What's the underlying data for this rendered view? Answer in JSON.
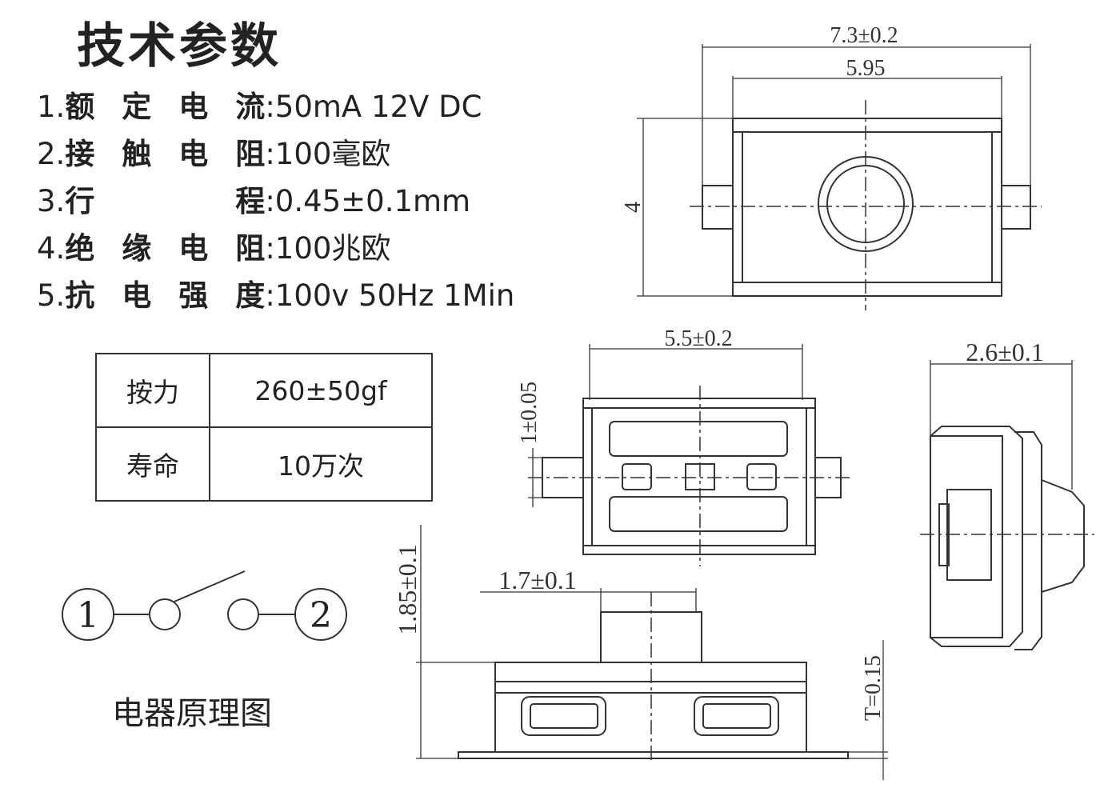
{
  "title": "技术参数",
  "specs": [
    {
      "num": "1.",
      "label": "额定电流",
      "value": "50mA 12V DC"
    },
    {
      "num": "2.",
      "label": "接触电阻",
      "value": "100毫欧"
    },
    {
      "num": "3.",
      "label": "行 程",
      "value": "0.45±0.1mm"
    },
    {
      "num": "4.",
      "label": "绝缘电阻",
      "value": "100兆欧"
    },
    {
      "num": "5.",
      "label": "抗电强度",
      "value": "100v 50Hz 1Min"
    }
  ],
  "table": {
    "rows": [
      {
        "label": "按力",
        "value": "260±50gf"
      },
      {
        "label": "寿命",
        "value": "10万次"
      }
    ]
  },
  "schematic": {
    "terminal_1": "1",
    "terminal_2": "2",
    "caption": "电器原理图"
  },
  "dimensions": {
    "top_overall_width": "7.3±0.2",
    "top_body_width": "5.95",
    "top_height": "4",
    "bottom_width": "5.5±0.2",
    "bottom_small": "1±0.05",
    "side_width": "2.6±0.1",
    "front_height": "1.85±0.1",
    "front_button_width": "1.7±0.1",
    "front_thickness": "T=0.15"
  }
}
